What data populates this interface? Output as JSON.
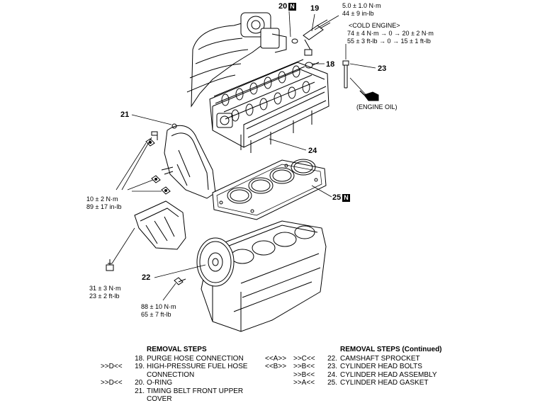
{
  "callouts": {
    "c20": {
      "number": "20",
      "badge": "N"
    },
    "c19": {
      "number": "19"
    },
    "c18": {
      "number": "18"
    },
    "c23": {
      "number": "23"
    },
    "c21": {
      "number": "21"
    },
    "c24": {
      "number": "24"
    },
    "c25": {
      "number": "25",
      "badge": "N"
    },
    "c22": {
      "number": "22"
    }
  },
  "torques": {
    "fuel_hose": {
      "line1": "5.0 ± 1.0 N·m",
      "line2": "44 ± 9 in-lb"
    },
    "cold_engine": {
      "title": "<COLD ENGINE>",
      "line1": "74 ± 4 N·m → 0 → 20 ± 2 N·m",
      "line2": "55 ± 3 ft-lb → 0 → 15 ± 1 ft-lb"
    },
    "engine_oil": "(ENGINE OIL)",
    "cover_bolts": {
      "line1": "10 ± 2 N·m",
      "line2": "89 ± 17 in-lb"
    },
    "bracket_bolt": {
      "line1": "31 ± 3 N·m",
      "line2": "23 ± 2 ft-lb"
    },
    "sprocket_bolt": {
      "line1": "88 ± 10 N·m",
      "line2": "65 ± 7 ft-lb"
    }
  },
  "removal_steps": {
    "title": "REMOVAL STEPS",
    "items": [
      {
        "mark1": "",
        "mark2": "",
        "num": "18.",
        "text": "PURGE HOSE CONNECTION"
      },
      {
        "mark1": "",
        "mark2": ">>D<<",
        "num": "19.",
        "text": "HIGH-PRESSURE FUEL HOSE"
      },
      {
        "mark1": "",
        "mark2": "",
        "num": "",
        "text": "CONNECTION"
      },
      {
        "mark1": "",
        "mark2": ">>D<<",
        "num": "20.",
        "text": "O-RING"
      },
      {
        "mark1": "",
        "mark2": "",
        "num": "21.",
        "text": "TIMING BELT FRONT UPPER"
      },
      {
        "mark1": "",
        "mark2": "",
        "num": "",
        "text": "COVER"
      }
    ]
  },
  "removal_steps_continued": {
    "title": "REMOVAL STEPS (Continued)",
    "items": [
      {
        "mark1": "<<A>>",
        "mark2": ">>C<<",
        "num": "22.",
        "text": "CAMSHAFT SPROCKET"
      },
      {
        "mark1": "<<B>>",
        "mark2": ">>B<<",
        "num": "23.",
        "text": "CYLINDER HEAD BOLTS"
      },
      {
        "mark1": "",
        "mark2": ">>B<<",
        "num": "24.",
        "text": "CYLINDER HEAD ASSEMBLY"
      },
      {
        "mark1": "",
        "mark2": ">>A<<",
        "num": "25.",
        "text": "CYLINDER HEAD GASKET"
      }
    ]
  }
}
